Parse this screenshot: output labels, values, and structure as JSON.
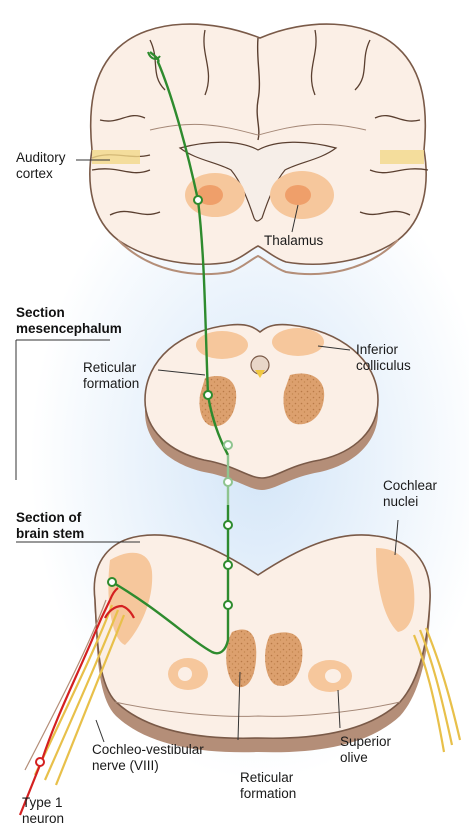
{
  "sections": {
    "mesencephalum": "Section\nmesencephalum",
    "brain_stem": "Section of\nbrain stem"
  },
  "labels": {
    "auditory_cortex": "Auditory\ncortex",
    "thalamus": "Thalamus",
    "reticular_formation_upper": "Reticular\nformation",
    "inferior_colliculus": "Inferior\ncolliculus",
    "cochlear_nuclei": "Cochlear\nnuclei",
    "cochleo_vestibular_nerve": "Cochleo-vestibular\nnerve (VIII)",
    "reticular_formation_lower": "Reticular\nformation",
    "superior_olive": "Superior\nolive",
    "type1_neuron": "Type 1\nneuron"
  },
  "colors": {
    "tissue": "#fbefe6",
    "tissue_edge": "#7a5a48",
    "tissue_side": "#b48e78",
    "nucleus": "#f6c79c",
    "reticular": "#dca06e",
    "pathway": "#2e8b2e",
    "pathway_faint": "#8fc48f",
    "neuron": "#d42020",
    "nerve": "#e8c04a",
    "glow": "#cfe3f7"
  }
}
